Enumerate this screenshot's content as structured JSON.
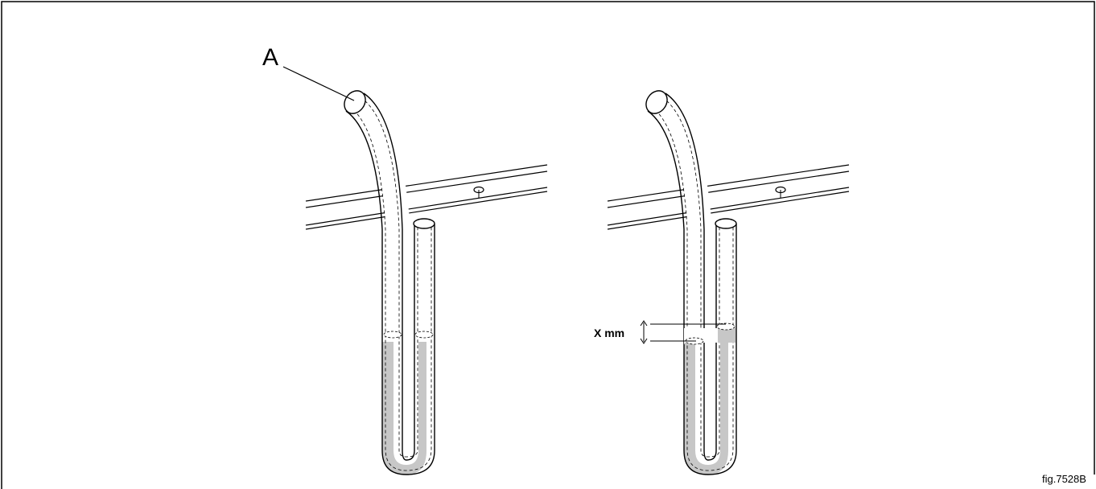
{
  "diagram": {
    "callout_a": "A",
    "measure_label": "X mm",
    "figure_id": "fig.7528B",
    "colors": {
      "liquid": "#c7c7c7",
      "stroke": "#000000",
      "background": "#ffffff"
    }
  }
}
